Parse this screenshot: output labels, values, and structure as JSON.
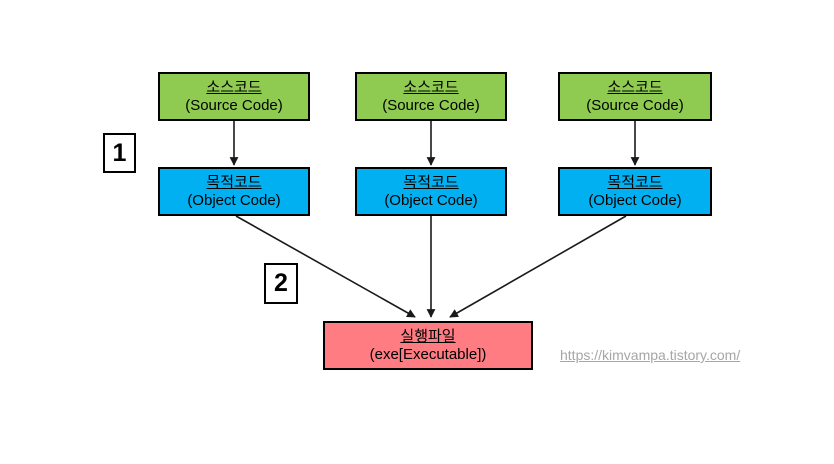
{
  "diagram": {
    "title": "Compilation and linking process diagram",
    "background_color": "#ffffff",
    "colors": {
      "source_code_fill": "#8ECB50",
      "object_code_fill": "#00B0F0",
      "executable_fill": "#FF7D82",
      "border": "#000000",
      "arrow": "#1a1a1a",
      "watermark": "#a6a6a6"
    },
    "nodes": {
      "source_code": {
        "ko": "소스코드",
        "en": "(Source Code)",
        "count": 3
      },
      "object_code": {
        "ko": "목적코드",
        "en": "(Object Code)",
        "count": 3
      },
      "executable": {
        "ko": "실행파일",
        "en": "(exe[Executable])",
        "count": 1
      }
    },
    "step_markers": [
      {
        "label": "1"
      },
      {
        "label": "2"
      }
    ],
    "watermark": "https://kimvampa.tistory.com/"
  }
}
